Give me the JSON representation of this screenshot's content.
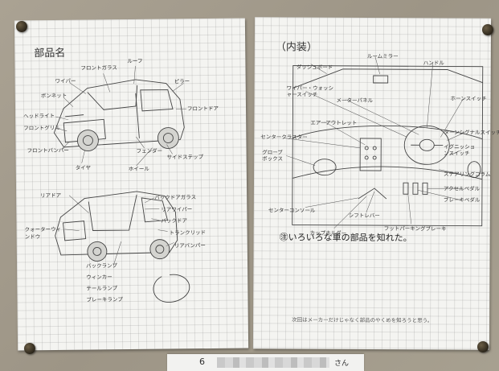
{
  "left_sheet": {
    "title": "部品名",
    "car1_labels": {
      "front_glass": "フロントガラス",
      "roof": "ルーフ",
      "wiper": "ワイパー",
      "bonnet": "ボンネット",
      "pillar": "ピラー",
      "headlight": "ヘッドライト",
      "front_grille": "フロントグリル",
      "front_bumper": "フロントバンパー",
      "front_door": "フロントドア",
      "fender": "フェンダー",
      "side_step": "サイドステップ",
      "wheel": "ホイール",
      "tire": "タイヤ"
    },
    "car2_labels": {
      "rear_door": "リアドア",
      "back_door_glass": "バックドアガラス",
      "rear_wiper": "リアワイパー",
      "back_door": "バックドア",
      "quarter_window": "クォーターウィンドウ",
      "trunk_lid": "トランクリッド",
      "rear_bumper": "リアバンパー",
      "back_lamp": "バックランプ",
      "winker": "ウィンカー",
      "tail_lamp": "テールランプ",
      "brake_lamp": "ブレーキランプ"
    }
  },
  "right_sheet": {
    "title": "（内装）",
    "labels": {
      "dashboard": "ダッシュボード",
      "room_mirror": "ルームミラー",
      "handle": "ハンドル",
      "wiper_washer_switch": "ワイパー・ウォッシャースイッチ",
      "meter_panel": "メーターパネル",
      "horn_switch": "ホーンスイッチ",
      "center_cluster": "センタークラスター",
      "air_outlet": "エアーアウトレット",
      "turn_signal_switch": "ターンシグナルスイッチ",
      "glove_box": "グローブボックス",
      "ignition_switch": "イグニッションスイッチ",
      "steering_column": "ステアリングコラム",
      "accelerator_pedal": "アクセルペダル",
      "brake_pedal": "ブレーキペダル",
      "center_console": "センターコンソール",
      "shift_lever": "シフトレバー",
      "cup_holder": "カップホルダー",
      "foot_parking_brake": "フットパーキングブレーキ"
    },
    "conclusion": "㊟いろいろな車の部品を知れた。",
    "footnote": "次回はメーカーだけじゃなく部品のやくめを知ろうと思う。"
  },
  "nameplate": {
    "number": "6",
    "suffix": "さん"
  }
}
